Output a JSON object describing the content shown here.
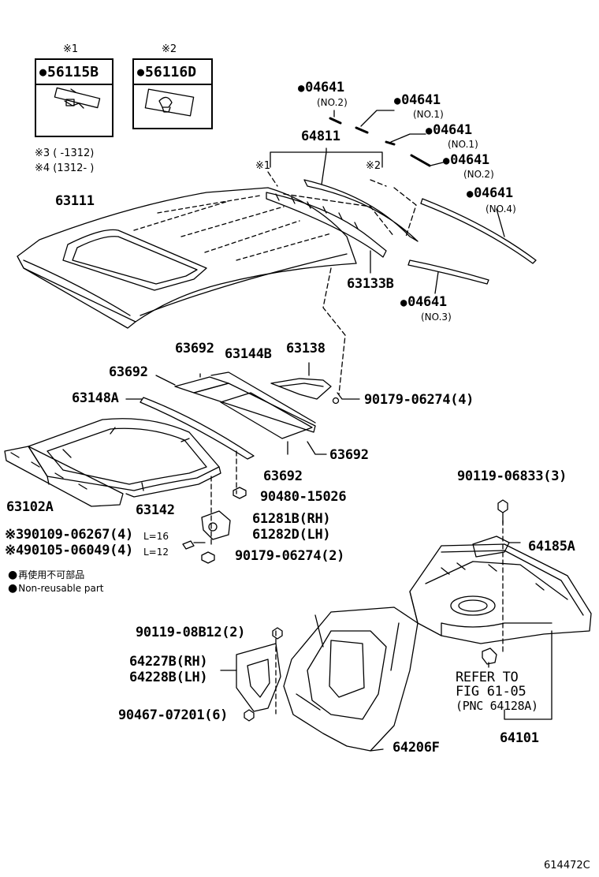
{
  "clip_boxes": [
    {
      "mark": "※1",
      "part": "56115B"
    },
    {
      "mark": "※2",
      "part": "56116D"
    }
  ],
  "notes": {
    "n3": "※3 (       -1312)",
    "n4": "※4 (1312-        )"
  },
  "labels": {
    "p04641_no2_top": "04641",
    "p04641_no2_top_sub": "(NO.2)",
    "p04641_no1_a": "04641",
    "p04641_no1_a_sub": "(NO.1)",
    "p04641_no1_b": "04641",
    "p04641_no1_b_sub": "(NO.1)",
    "p04641_no2_b": "04641",
    "p04641_no2_b_sub": "(NO.2)",
    "p04641_no4": "04641",
    "p04641_no4_sub": "(NO.4)",
    "p04641_no3": "04641",
    "p04641_no3_sub": "(NO.3)",
    "p64811": "64811",
    "mark1": "※1",
    "mark2": "※2",
    "p63111": "63111",
    "p63133B": "63133B",
    "p63692_a": "63692",
    "p63144B": "63144B",
    "p63138": "63138",
    "p63692_b": "63692",
    "p90179_4": "90179-06274(4)",
    "p63148A": "63148A",
    "p63692_c": "63692",
    "p63692_d": "63692",
    "p90480": "90480-15026",
    "p63102A": "63102A",
    "p63142": "63142",
    "p61281B": "61281B(RH)",
    "p61282D": "61282D(LH)",
    "p90109": "※390109-06267(4)",
    "p90109_sub": "L=16",
    "p90105": "※490105-06049(4)",
    "p90105_sub": "L=12",
    "p90179_2": "90179-06274(2)",
    "p90119_06833": "90119-06833(3)",
    "p64185A": "64185A",
    "p90119_08B12": "90119-08B12(2)",
    "p64227B": "64227B(RH)",
    "p64228B": "64228B(LH)",
    "p90467": "90467-07201(6)",
    "p64206F": "64206F",
    "refer1": "REFER TO",
    "refer2": "FIG 61-05",
    "refer3": "(PNC  64128A)",
    "p64101": "64101"
  },
  "legend": {
    "jp": "再使用不可部品",
    "en": "Non-reusable part"
  },
  "figure_id": "614472C"
}
